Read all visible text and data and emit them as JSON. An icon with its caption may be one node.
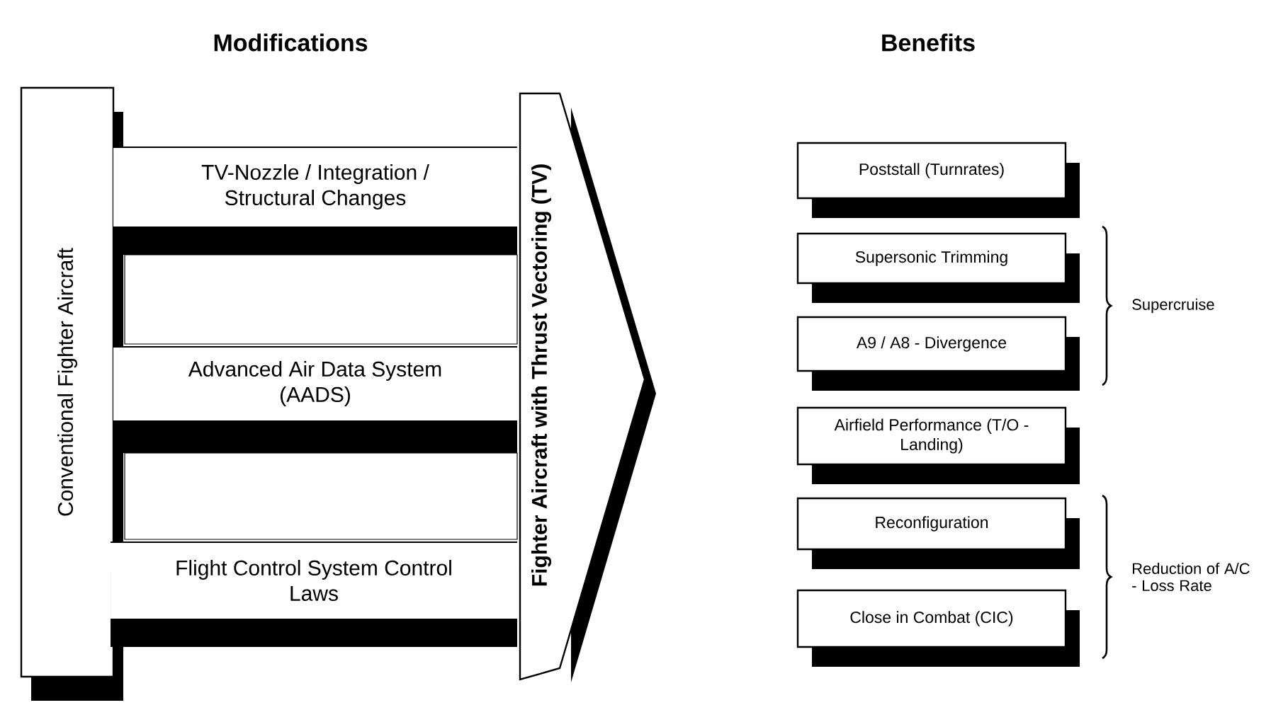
{
  "diagram": {
    "nodes": [
      {
        "text": [
          "Conventional Fighter Aircraft"
        ]
      },
      {
        "text": [
          "TV-Nozzle / Integration / Structural Changes"
        ]
      },
      {
        "text": [],
        "shape": "bar"
      },
      {
        "text": [
          "Advanced Air Data System (AADS)"
        ]
      },
      {
        "text": [],
        "shape": "bar"
      },
      {
        "text": [
          "Flight Control System Control Laws"
        ]
      },
      {
        "text": [
          "Fighter Aircraft with Thrust Vectoring (TV)"
        ]
      },
      {
        "text": [
          "Poststall (Turnrates)"
        ]
      },
      {
        "text": [
          "Supersonic Trimming"
        ]
      },
      {
        "text": [
          "A9 / A8 - Divergence"
        ]
      },
      {
        "text": [
          "Airfield Performance (T/O - Landing)"
        ]
      },
      {
        "text": [
          "Reconfiguration"
        ]
      },
      {
        "text": [
          "Close in Combat (CIC)"
        ]
      }
    ],
    "labels": [
      "Modifications",
      "Benefits",
      "Supercruise",
      "Reduction of A/C - Loss Rate"
    ]
  }
}
